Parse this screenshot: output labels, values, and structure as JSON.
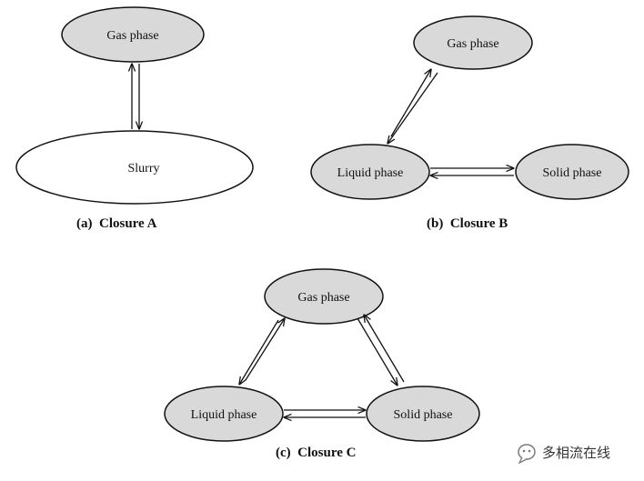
{
  "colors": {
    "phase_fill": "#d9d9d9",
    "slurry_fill": "#ffffff",
    "stroke": "#111111",
    "watermark_icon": "#7a7a7a"
  },
  "panels": {
    "a": {
      "caption": "(a)  Closure A",
      "nodes": {
        "gas": "Gas phase",
        "slurry": "Slurry"
      }
    },
    "b": {
      "caption": "(b)  Closure B",
      "nodes": {
        "gas": "Gas phase",
        "liquid": "Liquid phase",
        "solid": "Solid phase"
      }
    },
    "c": {
      "caption": "(c)  Closure C",
      "nodes": {
        "gas": "Gas phase",
        "liquid": "Liquid phase",
        "solid": "Solid phase"
      }
    }
  },
  "watermark": {
    "text": "多相流在线",
    "icon": "chat-bubble-icon"
  }
}
